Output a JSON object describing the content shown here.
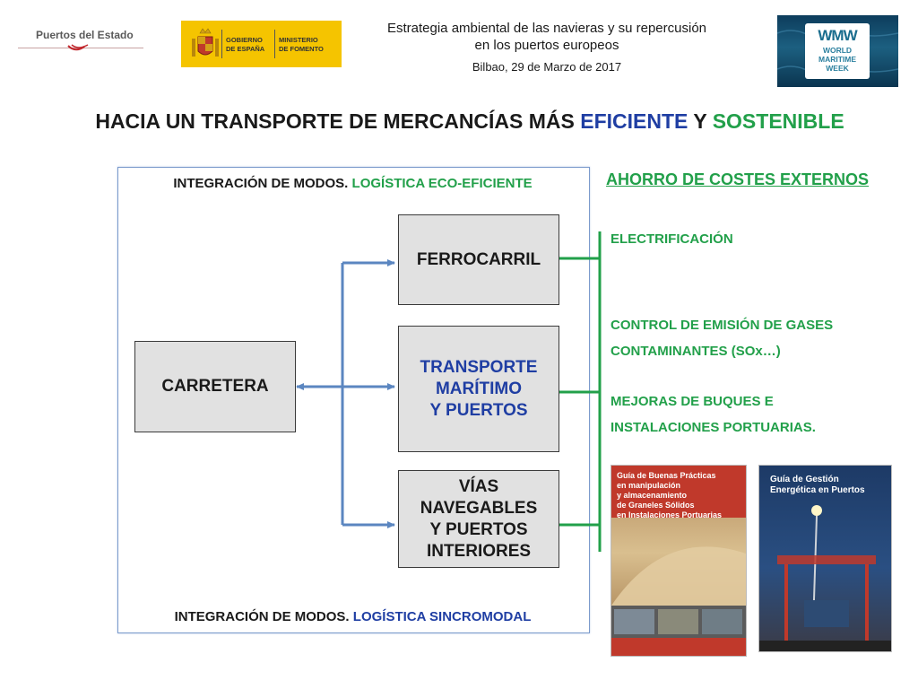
{
  "logos": {
    "puertos": "Puertos del Estado",
    "gobierno": "GOBIERNO\nDE ESPAÑA",
    "ministerio": "MINISTERIO\nDE FOMENTO",
    "wmw_mark": "WMW",
    "wmw_name": "WORLD\nMARITIME\nWEEK"
  },
  "header": {
    "title": "Estrategia ambiental de las navieras y su repercusión\nen los puertos europeos",
    "subtitle": "Bilbao, 29 de Marzo de 2017"
  },
  "main_title": {
    "part1": "HACIA UN TRANSPORTE DE MERCANCÍAS MÁS ",
    "part2": "EFICIENTE",
    "part3": " Y ",
    "part4": "SOSTENIBLE"
  },
  "frame": {
    "top_prefix": "INTEGRACIÓN DE MODOS. ",
    "top_highlight": "LOGÍSTICA ECO-EFICIENTE",
    "bottom_prefix": "INTEGRACIÓN DE MODOS. ",
    "bottom_highlight": "LOGÍSTICA SINCROMODAL"
  },
  "boxes": {
    "carretera": "CARRETERA",
    "ferrocarril": "FERROCARRIL",
    "maritimo": "TRANSPORTE\nMARÍTIMO\nY PUERTOS",
    "vias": "VÍAS\nNAVEGABLES\nY PUERTOS\nINTERIORES"
  },
  "right": {
    "title": "AHORRO DE COSTES EXTERNOS",
    "items": [
      "ELECTRIFICACIÓN",
      "CONTROL DE EMISIÓN DE GASES\nCONTAMINANTES (SOx…)",
      "MEJORAS DE BUQUES E\nINSTALACIONES PORTUARIAS."
    ]
  },
  "covers": [
    "Guía de Buenas Prácticas\nen manipulación\ny almacenamiento\nde Graneles Sólidos\nen Instalaciones Portuarias",
    "Guía de Gestión\nEnergética en Puertos"
  ],
  "colors": {
    "accent_blue": "#1f3ea3",
    "accent_green": "#22a04a",
    "arrow_blue": "#5b86c0",
    "connector_green": "#22a04a"
  }
}
